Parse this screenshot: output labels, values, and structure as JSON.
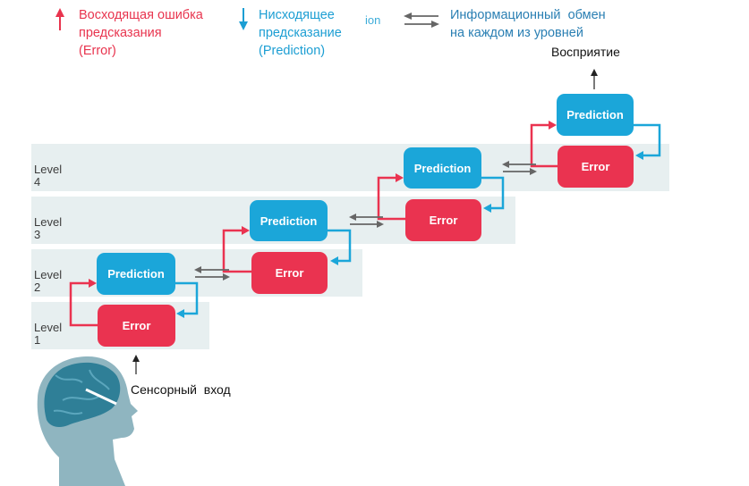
{
  "legend": {
    "ascending": {
      "line1": "Восходящая ошибка",
      "line2": "предсказания",
      "line3": "(Error)"
    },
    "descending": {
      "line1": "Нисходящее",
      "line2": "предсказание",
      "line3": "(Prediction)",
      "ghost": "ion"
    },
    "exchange": {
      "line1": "Информационный  обмен",
      "line2": "на каждом из уровней"
    }
  },
  "levels": [
    {
      "word": "Level",
      "num": "1"
    },
    {
      "word": "Level",
      "num": "2"
    },
    {
      "word": "Level",
      "num": "3"
    },
    {
      "word": "Level",
      "num": "4"
    }
  ],
  "boxes": {
    "prediction": "Prediction",
    "error": "Error"
  },
  "captions": {
    "perception": "Восприятие",
    "sensory": "Сенсорный  вход"
  },
  "colors": {
    "error": "#ea3350",
    "prediction": "#1ba6d9",
    "band": "#e7eff0",
    "exchange": "#666666"
  }
}
